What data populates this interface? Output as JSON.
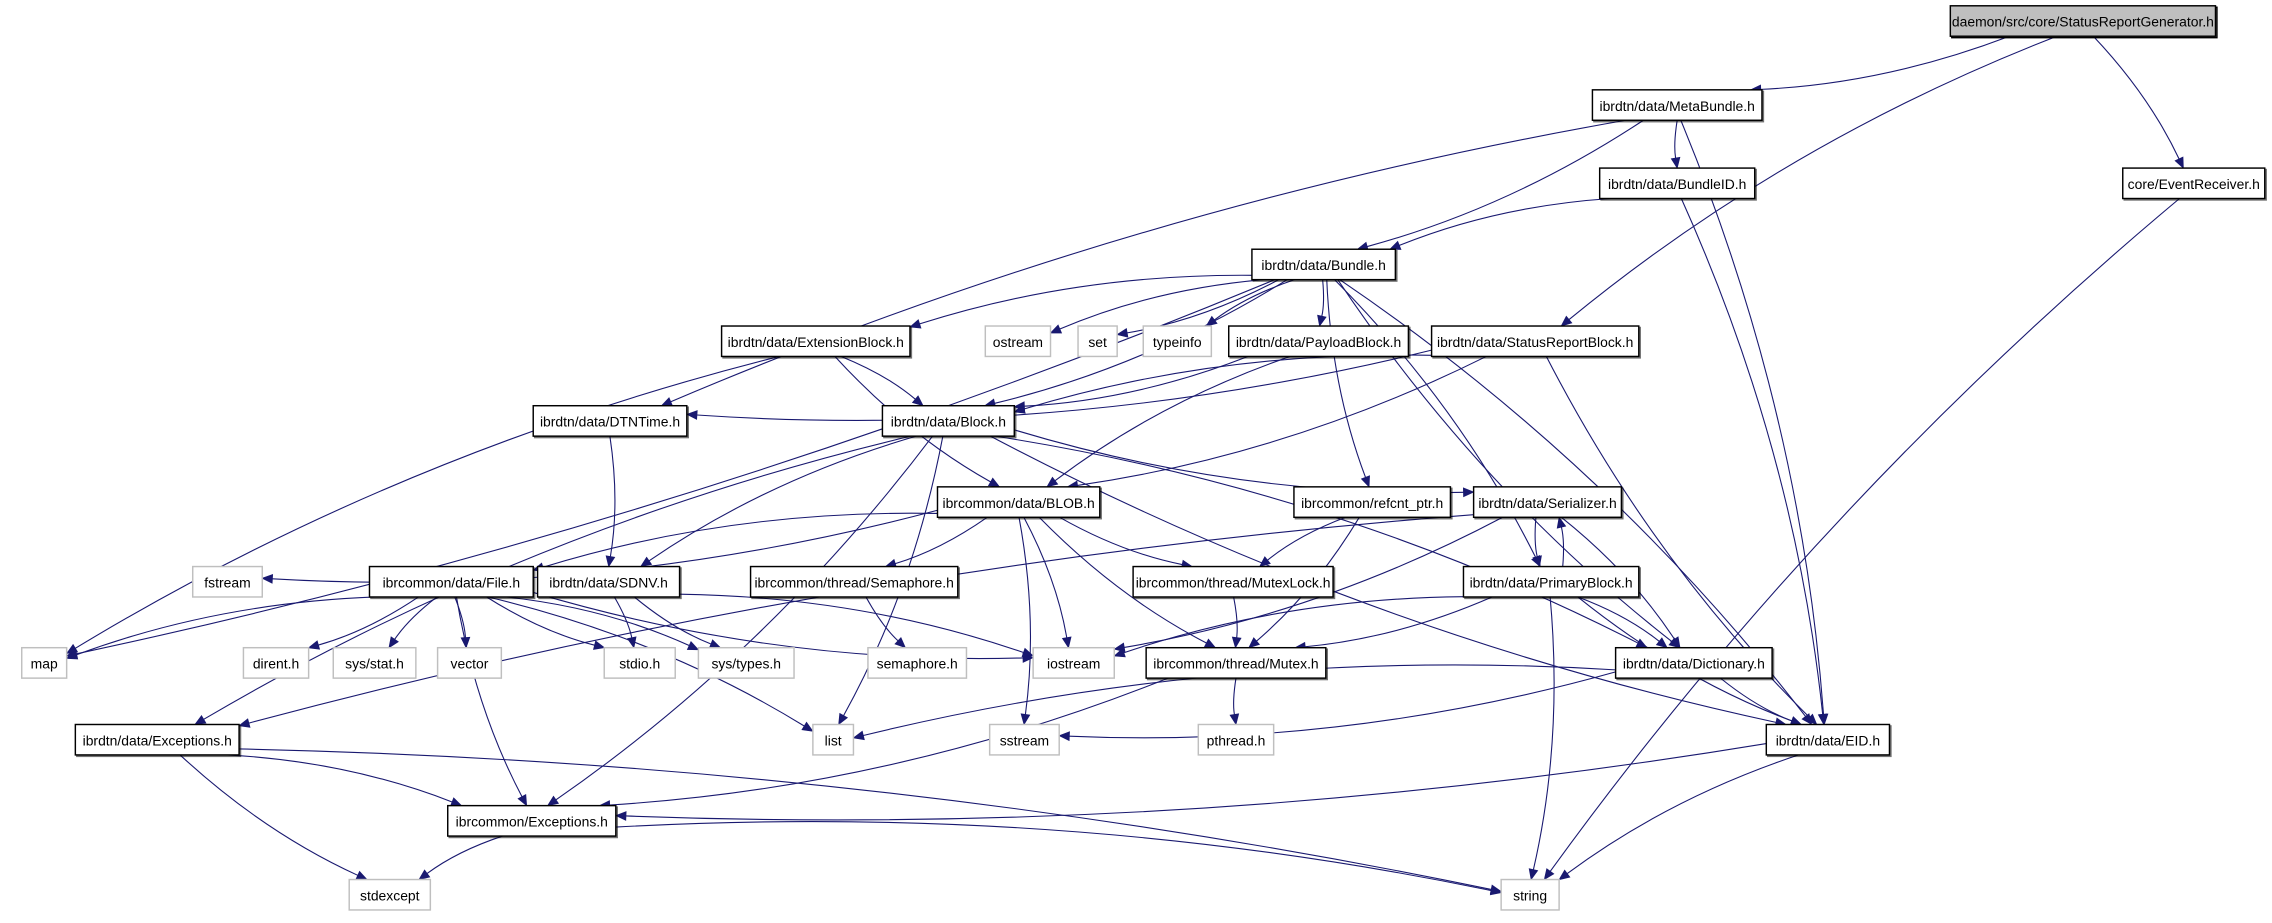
{
  "diagram": {
    "type": "include-dependency-graph",
    "root": "daemon/src/core/StatusReportGenerator.h",
    "colors": {
      "edge": "#191970",
      "root_fill": "#bfbfbf",
      "project_border": "#000000",
      "system_border": "#bfbfbf"
    },
    "nodes": [
      {
        "id": "srg",
        "label": "daemon/src/core/StatusReportGenerator.h",
        "kind": "root"
      },
      {
        "id": "metabundle",
        "label": "ibrdtn/data/MetaBundle.h",
        "kind": "project"
      },
      {
        "id": "bundleid",
        "label": "ibrdtn/data/BundleID.h",
        "kind": "project"
      },
      {
        "id": "eventreceiver",
        "label": "core/EventReceiver.h",
        "kind": "project"
      },
      {
        "id": "bundle",
        "label": "ibrdtn/data/Bundle.h",
        "kind": "project"
      },
      {
        "id": "extensionblock",
        "label": "ibrdtn/data/ExtensionBlock.h",
        "kind": "project"
      },
      {
        "id": "ostream",
        "label": "ostream",
        "kind": "system"
      },
      {
        "id": "set",
        "label": "set",
        "kind": "system"
      },
      {
        "id": "typeinfo",
        "label": "typeinfo",
        "kind": "system"
      },
      {
        "id": "payloadblock",
        "label": "ibrdtn/data/PayloadBlock.h",
        "kind": "project"
      },
      {
        "id": "statusreportblock",
        "label": "ibrdtn/data/StatusReportBlock.h",
        "kind": "project"
      },
      {
        "id": "dtntime",
        "label": "ibrdtn/data/DTNTime.h",
        "kind": "project"
      },
      {
        "id": "block",
        "label": "ibrdtn/data/Block.h",
        "kind": "project"
      },
      {
        "id": "blob",
        "label": "ibrcommon/data/BLOB.h",
        "kind": "project"
      },
      {
        "id": "refcnt",
        "label": "ibrcommon/refcnt_ptr.h",
        "kind": "project"
      },
      {
        "id": "serializer",
        "label": "ibrdtn/data/Serializer.h",
        "kind": "project"
      },
      {
        "id": "fstream",
        "label": "fstream",
        "kind": "system"
      },
      {
        "id": "file",
        "label": "ibrcommon/data/File.h",
        "kind": "project"
      },
      {
        "id": "sdnv",
        "label": "ibrdtn/data/SDNV.h",
        "kind": "project"
      },
      {
        "id": "semaphoreh",
        "label": "ibrcommon/thread/Semaphore.h",
        "kind": "project"
      },
      {
        "id": "mutexlock",
        "label": "ibrcommon/thread/MutexLock.h",
        "kind": "project"
      },
      {
        "id": "primaryblock",
        "label": "ibrdtn/data/PrimaryBlock.h",
        "kind": "project"
      },
      {
        "id": "map",
        "label": "map",
        "kind": "system"
      },
      {
        "id": "dirent",
        "label": "dirent.h",
        "kind": "system"
      },
      {
        "id": "sysstat",
        "label": "sys/stat.h",
        "kind": "system"
      },
      {
        "id": "vector",
        "label": "vector",
        "kind": "system"
      },
      {
        "id": "stdio",
        "label": "stdio.h",
        "kind": "system"
      },
      {
        "id": "systypes",
        "label": "sys/types.h",
        "kind": "system"
      },
      {
        "id": "semaphore",
        "label": "semaphore.h",
        "kind": "system"
      },
      {
        "id": "iostream",
        "label": "iostream",
        "kind": "system"
      },
      {
        "id": "mutex",
        "label": "ibrcommon/thread/Mutex.h",
        "kind": "project"
      },
      {
        "id": "dictionary",
        "label": "ibrdtn/data/Dictionary.h",
        "kind": "project"
      },
      {
        "id": "list",
        "label": "list",
        "kind": "system"
      },
      {
        "id": "sstream",
        "label": "sstream",
        "kind": "system"
      },
      {
        "id": "pthread",
        "label": "pthread.h",
        "kind": "system"
      },
      {
        "id": "eid",
        "label": "ibrdtn/data/EID.h",
        "kind": "project"
      },
      {
        "id": "dexceptions",
        "label": "ibrdtn/data/Exceptions.h",
        "kind": "project"
      },
      {
        "id": "cexceptions",
        "label": "ibrcommon/Exceptions.h",
        "kind": "project"
      },
      {
        "id": "stdexcept",
        "label": "stdexcept",
        "kind": "system"
      },
      {
        "id": "string",
        "label": "string",
        "kind": "system"
      }
    ],
    "edges": [
      [
        "srg",
        "metabundle"
      ],
      [
        "srg",
        "statusreportblock"
      ],
      [
        "srg",
        "eventreceiver"
      ],
      [
        "metabundle",
        "dtntime"
      ],
      [
        "metabundle",
        "bundle"
      ],
      [
        "metabundle",
        "bundleid"
      ],
      [
        "metabundle",
        "eid"
      ],
      [
        "bundleid",
        "bundle"
      ],
      [
        "bundleid",
        "eid"
      ],
      [
        "eventreceiver",
        "string"
      ],
      [
        "bundle",
        "map"
      ],
      [
        "bundle",
        "extensionblock"
      ],
      [
        "bundle",
        "block"
      ],
      [
        "bundle",
        "ostream"
      ],
      [
        "bundle",
        "set"
      ],
      [
        "bundle",
        "typeinfo"
      ],
      [
        "bundle",
        "payloadblock"
      ],
      [
        "bundle",
        "refcnt"
      ],
      [
        "bundle",
        "primaryblock"
      ],
      [
        "bundle",
        "dictionary"
      ],
      [
        "bundle",
        "eid"
      ],
      [
        "extensionblock",
        "map"
      ],
      [
        "extensionblock",
        "block"
      ],
      [
        "extensionblock",
        "blob"
      ],
      [
        "payloadblock",
        "block"
      ],
      [
        "payloadblock",
        "blob"
      ],
      [
        "statusreportblock",
        "dtntime"
      ],
      [
        "statusreportblock",
        "block"
      ],
      [
        "statusreportblock",
        "blob"
      ],
      [
        "statusreportblock",
        "eid"
      ],
      [
        "dtntime",
        "sdnv"
      ],
      [
        "block",
        "dexceptions"
      ],
      [
        "block",
        "cexceptions"
      ],
      [
        "block",
        "sdnv"
      ],
      [
        "block",
        "list"
      ],
      [
        "block",
        "serializer"
      ],
      [
        "block",
        "dictionary"
      ],
      [
        "block",
        "eid"
      ],
      [
        "blob",
        "fstream"
      ],
      [
        "blob",
        "file"
      ],
      [
        "blob",
        "semaphoreh"
      ],
      [
        "blob",
        "mutexlock"
      ],
      [
        "blob",
        "iostream"
      ],
      [
        "blob",
        "mutex"
      ],
      [
        "blob",
        "sstream"
      ],
      [
        "refcnt",
        "mutexlock"
      ],
      [
        "refcnt",
        "mutex"
      ],
      [
        "serializer",
        "dexceptions"
      ],
      [
        "serializer",
        "iostream"
      ],
      [
        "serializer",
        "primaryblock"
      ],
      [
        "serializer",
        "dictionary"
      ],
      [
        "file",
        "map"
      ],
      [
        "file",
        "dirent"
      ],
      [
        "file",
        "sysstat"
      ],
      [
        "file",
        "vector"
      ],
      [
        "file",
        "stdio"
      ],
      [
        "file",
        "systypes"
      ],
      [
        "file",
        "iostream"
      ],
      [
        "file",
        "list"
      ],
      [
        "file",
        "cexceptions"
      ],
      [
        "sdnv",
        "stdio"
      ],
      [
        "sdnv",
        "systypes"
      ],
      [
        "sdnv",
        "iostream"
      ],
      [
        "semaphoreh",
        "semaphore"
      ],
      [
        "mutexlock",
        "mutex"
      ],
      [
        "primaryblock",
        "iostream"
      ],
      [
        "primaryblock",
        "mutex"
      ],
      [
        "primaryblock",
        "serializer"
      ],
      [
        "primaryblock",
        "dictionary"
      ],
      [
        "primaryblock",
        "eid"
      ],
      [
        "primaryblock",
        "string"
      ],
      [
        "mutex",
        "pthread"
      ],
      [
        "mutex",
        "cexceptions"
      ],
      [
        "dictionary",
        "list"
      ],
      [
        "dictionary",
        "sstream"
      ],
      [
        "dictionary",
        "eid"
      ],
      [
        "eid",
        "cexceptions"
      ],
      [
        "eid",
        "string"
      ],
      [
        "dexceptions",
        "cexceptions"
      ],
      [
        "dexceptions",
        "stdexcept"
      ],
      [
        "dexceptions",
        "string"
      ],
      [
        "cexceptions",
        "stdexcept"
      ],
      [
        "cexceptions",
        "string"
      ]
    ]
  }
}
